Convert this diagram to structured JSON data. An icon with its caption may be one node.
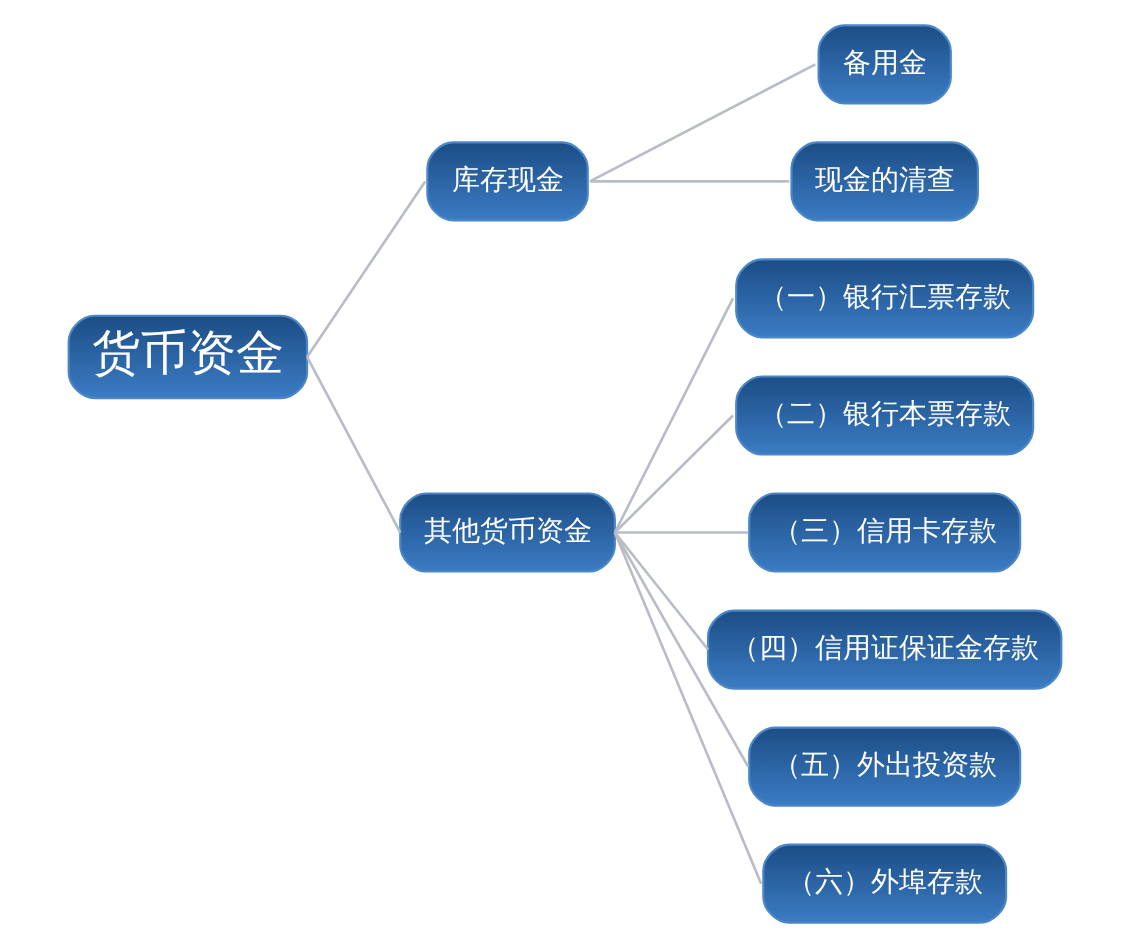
{
  "diagram": {
    "nodes": [
      {
        "text": [
          "货币资金"
        ]
      },
      {
        "text": [
          "库存现金"
        ]
      },
      {
        "text": [
          "其他货币资金"
        ]
      },
      {
        "text": [
          "备用金"
        ]
      },
      {
        "text": [
          "现金的清查"
        ]
      },
      {
        "text": [
          "（一）银行汇票存款"
        ]
      },
      {
        "text": [
          "（二）银行本票存款"
        ]
      },
      {
        "text": [
          "（三）信用卡存款"
        ]
      },
      {
        "text": [
          "（四）信用证保证金存款"
        ]
      },
      {
        "text": [
          "（五）外出投资款"
        ]
      },
      {
        "text": [
          "（六）外埠存款"
        ]
      }
    ],
    "edges": [
      {
        "from": 0,
        "to": 1,
        "arrow": "none"
      },
      {
        "from": 0,
        "to": 2,
        "arrow": "none"
      },
      {
        "from": 1,
        "to": 3,
        "arrow": "none"
      },
      {
        "from": 1,
        "to": 4,
        "arrow": "none"
      },
      {
        "from": 2,
        "to": 5,
        "arrow": "none"
      },
      {
        "from": 2,
        "to": 6,
        "arrow": "none"
      },
      {
        "from": 2,
        "to": 7,
        "arrow": "none"
      },
      {
        "from": 2,
        "to": 8,
        "arrow": "none"
      },
      {
        "from": 2,
        "to": 9,
        "arrow": "none"
      },
      {
        "from": 2,
        "to": 10,
        "arrow": "none"
      }
    ]
  }
}
